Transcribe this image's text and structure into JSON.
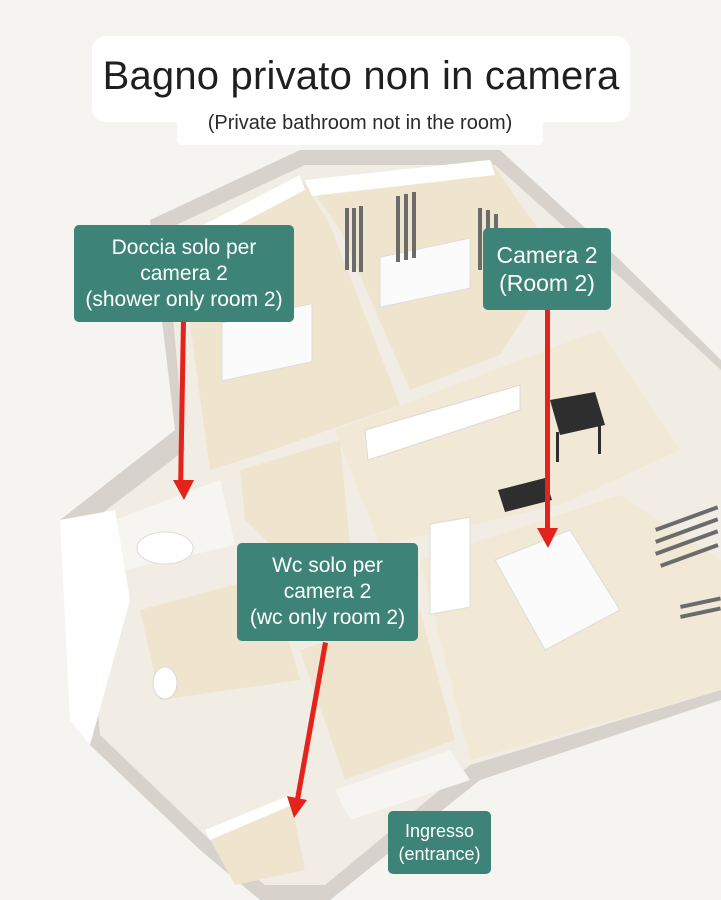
{
  "title": "Bagno privato non in camera",
  "subtitle": "(Private bathroom not in the room)",
  "labels": {
    "shower": {
      "line1": "Doccia solo per",
      "line2": "camera 2",
      "line3": "(shower only room 2)"
    },
    "room2": {
      "line1": "Camera 2",
      "line2": "(Room 2)"
    },
    "wc": {
      "line1": "Wc solo per",
      "line2": "camera 2",
      "line3": "(wc only room 2)"
    },
    "entrance": {
      "line1": "Ingresso",
      "line2": "(entrance)"
    }
  },
  "colors": {
    "label_bg": "#3d8377",
    "arrow": "#e3231c",
    "wall": "#d8d2cc",
    "floor": "#efe7d4",
    "background": "#f6f4f1"
  }
}
